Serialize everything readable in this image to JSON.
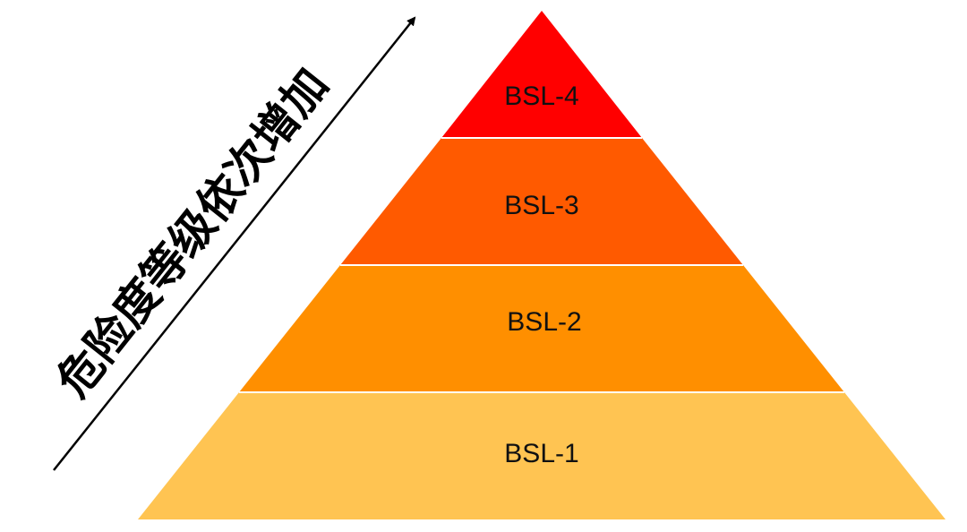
{
  "axis": {
    "label": "危险度等级依次增加"
  },
  "pyramid": {
    "levels": [
      {
        "label": "BSL-4",
        "color": "#FF0000"
      },
      {
        "label": "BSL-3",
        "color": "#FF5A00"
      },
      {
        "label": "BSL-2",
        "color": "#FF8F00"
      },
      {
        "label": "BSL-1",
        "color": "#FFC452"
      }
    ]
  }
}
